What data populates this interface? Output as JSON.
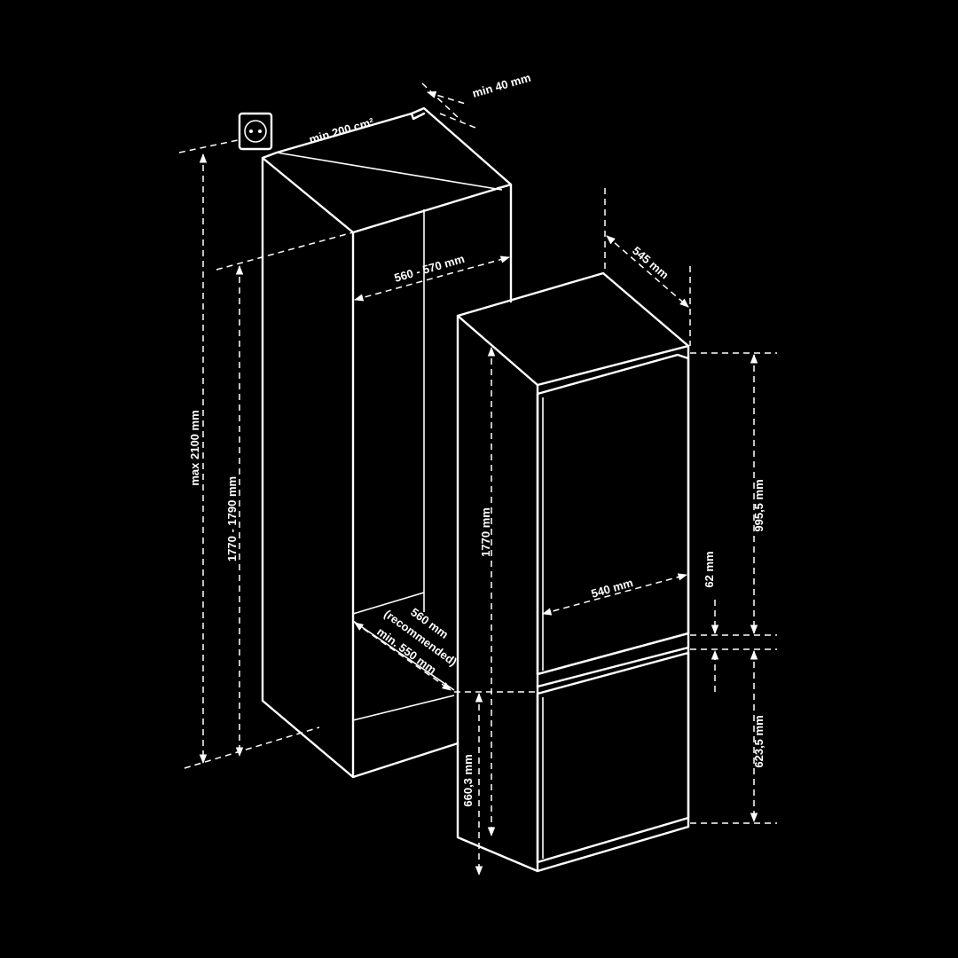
{
  "colors": {
    "background": "#000000",
    "line": "#ffffff"
  },
  "icons": {
    "socket": "power-socket-icon"
  },
  "labels": {
    "min_40": "min 40 mm",
    "min_200": "min 200 cm²",
    "niche_width": "560 - 570 mm",
    "max_height": "max 2100 mm",
    "niche_height": "1770 - 1790 mm",
    "depth_recommended_1": "560 mm",
    "depth_recommended_2": "(recommended)",
    "depth_min": "min. 550 mm",
    "depth_545": "545 mm",
    "height_1770": "1770 mm",
    "width_540": "540 mm",
    "h_995": "995,5 mm",
    "h_62": "62 mm",
    "h_623": "623,5 mm",
    "h_660": "660,3 mm"
  }
}
